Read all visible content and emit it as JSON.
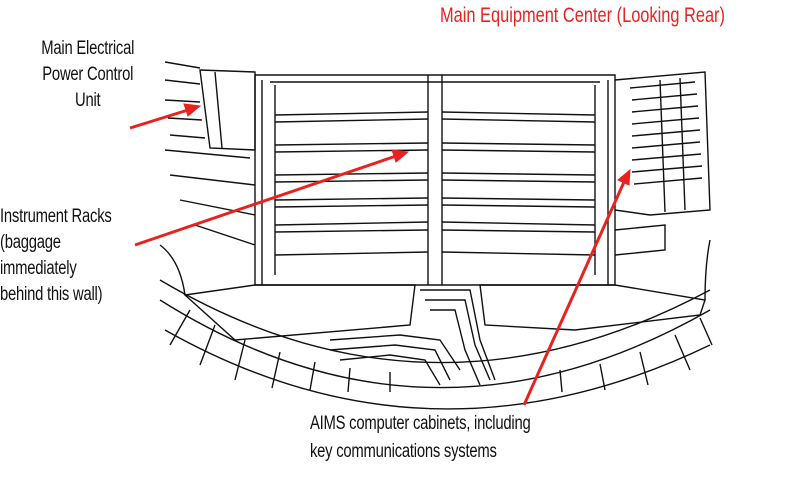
{
  "title": "Main Equipment Center (Looking Rear)",
  "labels": {
    "power_unit": [
      "Main Electrical",
      "Power Control",
      "Unit"
    ],
    "instrument_racks": [
      "Instrument Racks",
      "(baggage",
      "immediately",
      "behind this wall)"
    ],
    "aims": [
      "AIMS computer cabinets, including",
      "key communications systems"
    ]
  },
  "colors": {
    "title": "#e8231f",
    "arrow": "#e8231f",
    "line": "#111111"
  }
}
